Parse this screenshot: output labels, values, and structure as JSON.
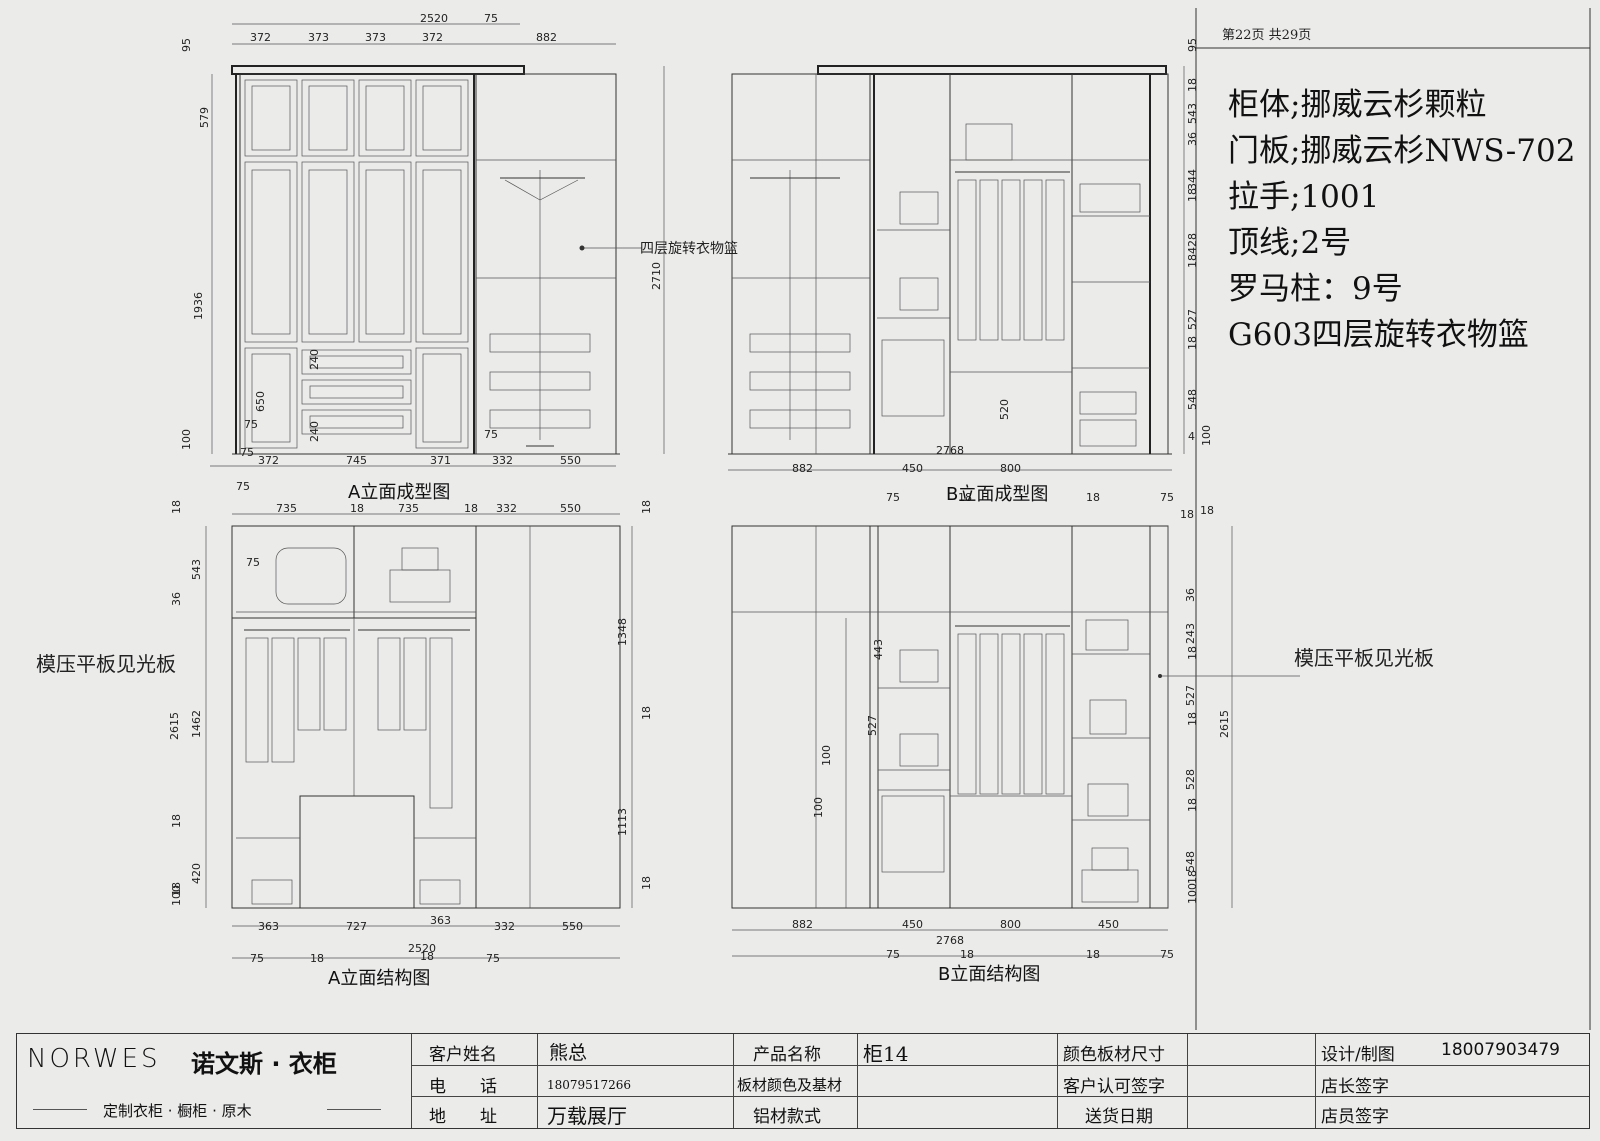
{
  "page_info": "第22页  共29页",
  "spec_lines": [
    "柜体;挪威云杉颗粒",
    "门板;挪威云杉NWS-702",
    "拉手;1001",
    "顶线;2号",
    "罗马柱：9号",
    "G603四层旋转衣物篮"
  ],
  "views": {
    "a_form_title": "A立面成型图",
    "b_form_title": "B立面成型图",
    "a_struct_title": "A立面结构图",
    "b_struct_title": "B立面结构图"
  },
  "callouts": {
    "rotating_basket": "四层旋转衣物篮",
    "panel_left": "模压平板见光板",
    "panel_right": "模压平板见光板"
  },
  "dims": {
    "a_top_total": "2520",
    "a_top_75": "75",
    "a_top_segments": [
      "372",
      "373",
      "373",
      "372",
      "882"
    ],
    "a_left": [
      "95",
      "579",
      "1936",
      "100"
    ],
    "a_inner": [
      "240",
      "650",
      "240",
      "75",
      "75"
    ],
    "a_height": "2710",
    "a_bottom": [
      "75",
      "372",
      "745",
      "371",
      "332",
      "550"
    ],
    "b_right": [
      "95",
      "18",
      "543",
      "36",
      "344",
      "18",
      "428",
      "18",
      "527",
      "18",
      "548",
      "4",
      "100"
    ],
    "b_inner": "520",
    "b_bottom_total": "2768",
    "b_bottom": [
      "882",
      "450",
      "800",
      "75",
      "75",
      "18",
      "18"
    ],
    "as_top": [
      "75",
      "735",
      "18",
      "735",
      "18",
      "332",
      "550",
      "18"
    ],
    "as_left": [
      "18",
      "543",
      "36",
      "75",
      "2615",
      "1462",
      "18",
      "420",
      "18",
      "100"
    ],
    "as_right": [
      "1348",
      "18",
      "1113",
      "18"
    ],
    "as_bottom": [
      "363",
      "727",
      "363",
      "332",
      "550",
      "2520",
      "75",
      "18",
      "18",
      "75"
    ],
    "bs_top": [
      "18",
      "36",
      "18"
    ],
    "bs_left": [
      "443",
      "527",
      "100",
      "100"
    ],
    "bs_right": [
      "36",
      "243",
      "18",
      "527",
      "18",
      "528",
      "18",
      "548",
      "18",
      "100",
      "2615"
    ],
    "bs_bottom": [
      "882",
      "450",
      "800",
      "450",
      "2768",
      "75",
      "18",
      "18",
      "75"
    ]
  },
  "title_block": {
    "brand_en": "NORWES",
    "brand_cn": "诺文斯 · 衣柜",
    "brand_sub": "定制衣柜 · 橱柜 · 原木",
    "customer_label": "客户姓名",
    "customer_value": "熊总",
    "phone_label": "电　　话",
    "phone_value": "18079517266",
    "address_label": "地　　址",
    "address_value": "万载展厅",
    "product_label": "产品名称",
    "product_value": "柜14",
    "board_label": "板材颜色及基材",
    "aluminum_label": "铝材款式",
    "size_label": "颜色板材尺寸",
    "confirm_label": "客户认可签字",
    "delivery_label": "送货日期",
    "designer_label": "设计/制图",
    "designer_phone": "18007903479",
    "manager_label": "店长签字",
    "staff_label": "店员签字"
  }
}
